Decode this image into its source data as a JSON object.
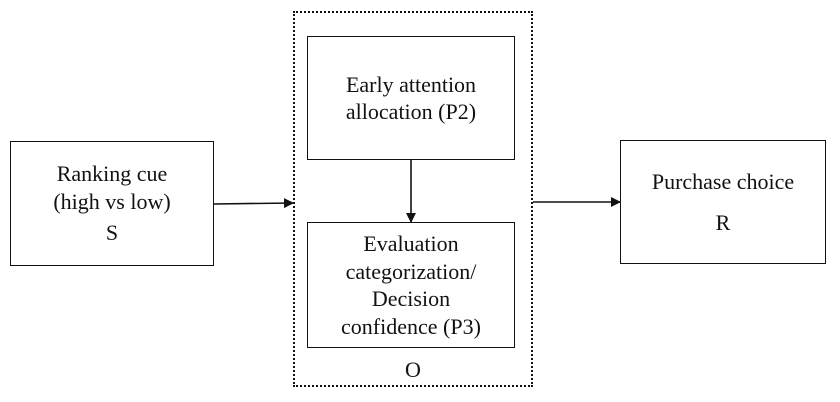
{
  "stimulus": {
    "line1": "Ranking cue",
    "line2": "(high vs low)",
    "code": "S"
  },
  "organism": {
    "code": "O",
    "attention": {
      "line1": "Early attention",
      "line2": "allocation (P2)"
    },
    "evaluation": {
      "line1": "Evaluation",
      "line2": "categorization/",
      "line3": "Decision",
      "line4": "confidence (P3)"
    }
  },
  "response": {
    "label": "Purchase choice",
    "code": "R"
  }
}
